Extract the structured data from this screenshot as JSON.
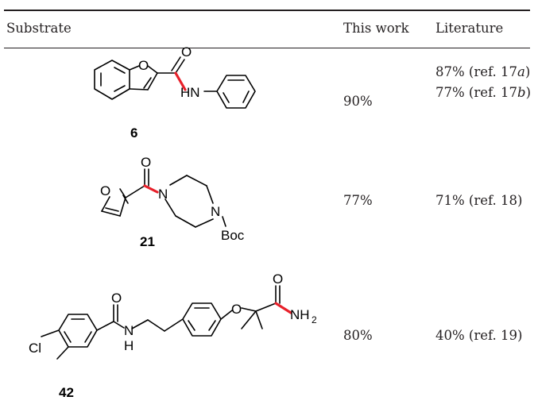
{
  "table": {
    "headers": {
      "substrate": "Substrate",
      "this_work": "This work",
      "literature": "Literature"
    },
    "rows": [
      {
        "compound": "6",
        "atoms": {
          "o_ring": "O",
          "o_carbonyl": "O",
          "nh": "HN"
        },
        "this_work": "90%",
        "literature": [
          {
            "pre": "87% (ref. 17",
            "ital": "a",
            "post": ")"
          },
          {
            "pre": "77% (ref. 17",
            "ital": "b",
            "post": ")"
          }
        ]
      },
      {
        "compound": "21",
        "atoms": {
          "o_carbonyl": "O",
          "o_ring": "O",
          "n1": "N",
          "n2": "N",
          "boc": "Boc"
        },
        "this_work": "77%",
        "literature": [
          {
            "pre": "71% (ref. 18)",
            "ital": "",
            "post": ""
          }
        ]
      },
      {
        "compound": "42",
        "atoms": {
          "o_amide1": "O",
          "n_amide1": "N",
          "h_amide1": "H",
          "cl": "Cl",
          "o_ether": "O",
          "o_amide2": "O",
          "nh2": "NH",
          "sub2": "2"
        },
        "this_work": "80%",
        "literature": [
          {
            "pre": "40% (ref. 19)",
            "ital": "",
            "post": ""
          }
        ]
      }
    ]
  },
  "colors": {
    "highlight_bond": "#e8202a",
    "ink": "#000000"
  }
}
